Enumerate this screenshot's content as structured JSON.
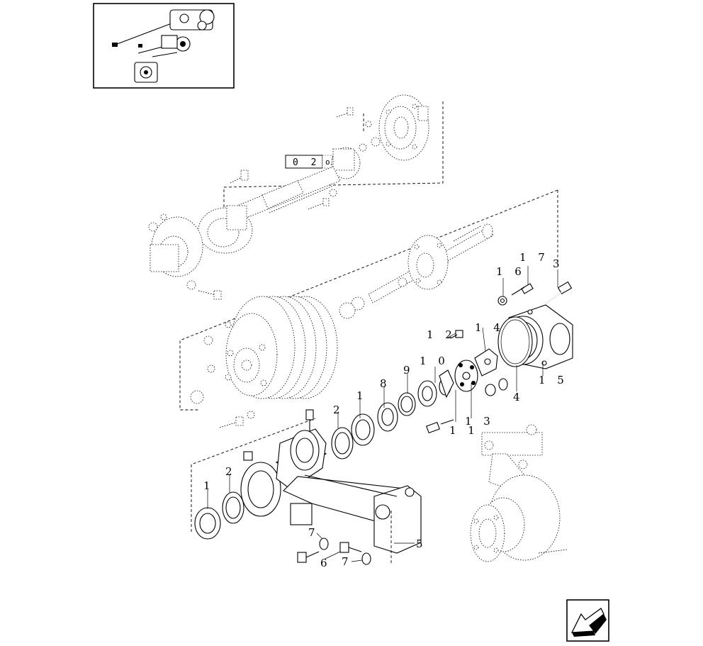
{
  "reference_tag": "0 2 .",
  "reference_tag_suffix": "o",
  "callouts": [
    {
      "id": "c-17",
      "text": "1 7"
    },
    {
      "id": "c-16",
      "text": "1 6"
    },
    {
      "id": "c-3",
      "text": "3"
    },
    {
      "id": "c-12",
      "text": "1 2"
    },
    {
      "id": "c-14",
      "text": "1 4"
    },
    {
      "id": "c-10",
      "text": "1 0"
    },
    {
      "id": "c-9",
      "text": "9"
    },
    {
      "id": "c-8",
      "text": "8"
    },
    {
      "id": "c-1a",
      "text": "1"
    },
    {
      "id": "c-2a",
      "text": "2"
    },
    {
      "id": "c-15",
      "text": "1 5"
    },
    {
      "id": "c-4",
      "text": "4"
    },
    {
      "id": "c-13",
      "text": "1 3"
    },
    {
      "id": "c-11",
      "text": "1 1"
    },
    {
      "id": "c-2b",
      "text": "2"
    },
    {
      "id": "c-1b",
      "text": "1"
    },
    {
      "id": "c-5",
      "text": "5"
    },
    {
      "id": "c-7a",
      "text": "7"
    },
    {
      "id": "c-6",
      "text": "6"
    },
    {
      "id": "c-7b",
      "text": "7"
    }
  ],
  "icons": [
    "thumbnail-overview-icon",
    "previous-page-arrow-icon"
  ]
}
